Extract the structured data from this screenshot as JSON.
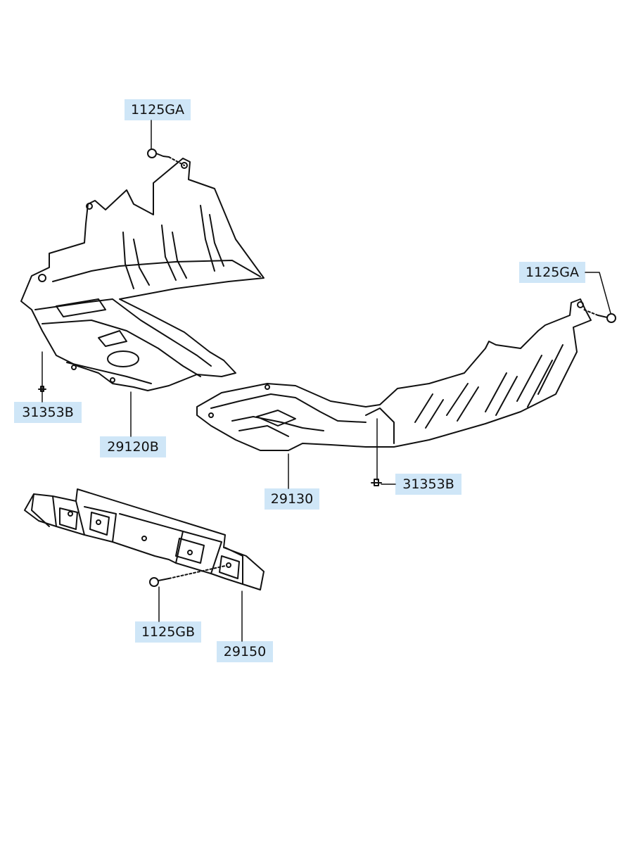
{
  "colors": {
    "label_bg": "#cfe6f7",
    "line": "#111111",
    "background": "#ffffff"
  },
  "labels": {
    "bolt_top": "1125GA",
    "bolt_right": "1125GA",
    "clip_left": "31353B",
    "cover_left": "29120B",
    "cover_center": "29130",
    "clip_right": "31353B",
    "bolt_bottom": "1125GB",
    "bracket": "29150"
  }
}
